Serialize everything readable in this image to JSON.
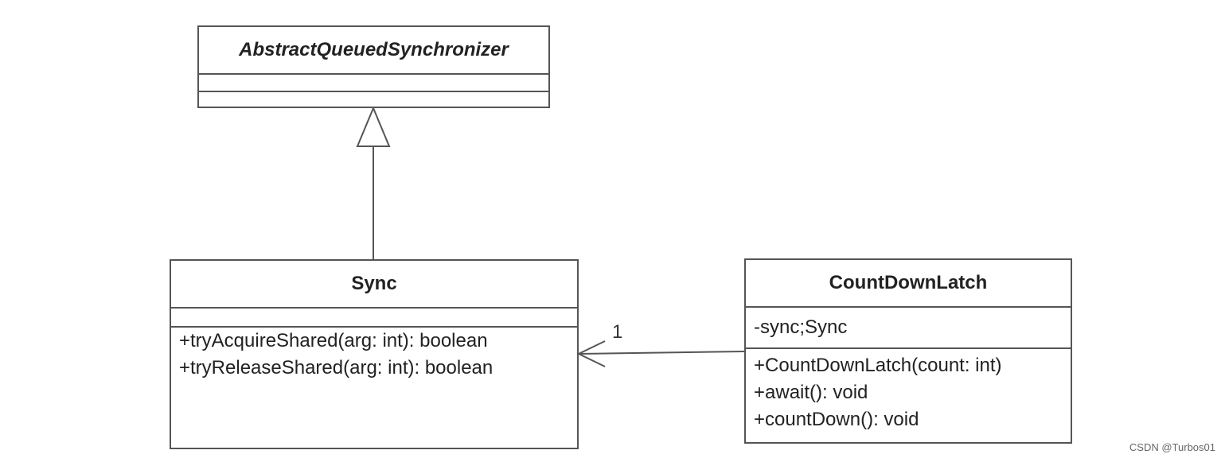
{
  "classes": {
    "aqs": {
      "name": "AbstractQueuedSynchronizer",
      "abstract": true,
      "attributes": [],
      "methods": []
    },
    "sync": {
      "name": "Sync",
      "attributes": [],
      "methods": [
        "+tryAcquireShared(arg: int): boolean",
        "+tryReleaseShared(arg: int): boolean"
      ]
    },
    "countdownlatch": {
      "name": "CountDownLatch",
      "attributes": [
        "-sync;Sync"
      ],
      "methods": [
        "+CountDownLatch(count: int)",
        "+await(): void",
        "+countDown(): void"
      ]
    }
  },
  "relations": {
    "generalization": {
      "from": "Sync",
      "to": "AbstractQueuedSynchronizer"
    },
    "association": {
      "from": "CountDownLatch",
      "to": "Sync",
      "multiplicity": "1"
    }
  },
  "watermark": "CSDN @Turbos01"
}
